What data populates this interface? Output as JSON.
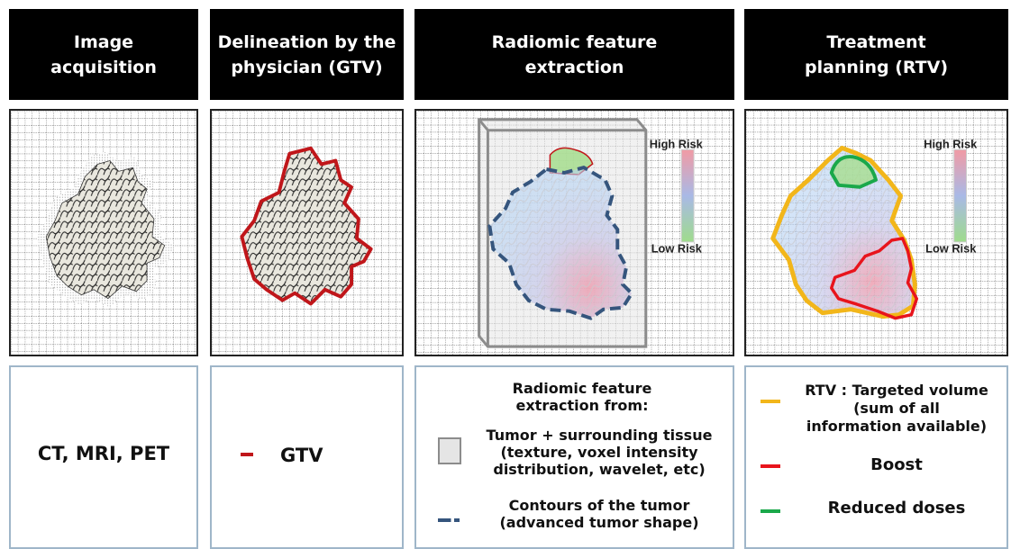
{
  "headers": [
    {
      "id": "acq",
      "text": "Image\nacquisition"
    },
    {
      "id": "delin",
      "text": "Delineation by the\nphysician (GTV)"
    },
    {
      "id": "radio",
      "text": "Radiomic feature\nextraction"
    },
    {
      "id": "plan",
      "text": "Treatment\nplanning (RTV)"
    }
  ],
  "risk_scale": {
    "high": "High Risk",
    "low": "Low Risk"
  },
  "captions": {
    "acquisition": {
      "text": "CT, MRI, PET"
    },
    "delineation": {
      "legend_label": "GTV",
      "legend_color": "#c0161a"
    },
    "radiomics": {
      "heading": "Radiomic feature\nextraction from:",
      "item1": "Tumor + surrounding tissue\n(texture, voxel intensity\ndistribution, wavelet, etc)",
      "item2": "Contours of the tumor\n(advanced tumor shape)",
      "contour_color": "#35557d"
    },
    "planning": {
      "rtv_label": "RTV : Targeted volume\n(sum of all\ninformation available)",
      "boost_label": "Boost",
      "reduced_label": "Reduced doses",
      "colors": {
        "rtv": "#f2b61a",
        "boost": "#e8141c",
        "reduced": "#1aa84a"
      }
    }
  }
}
